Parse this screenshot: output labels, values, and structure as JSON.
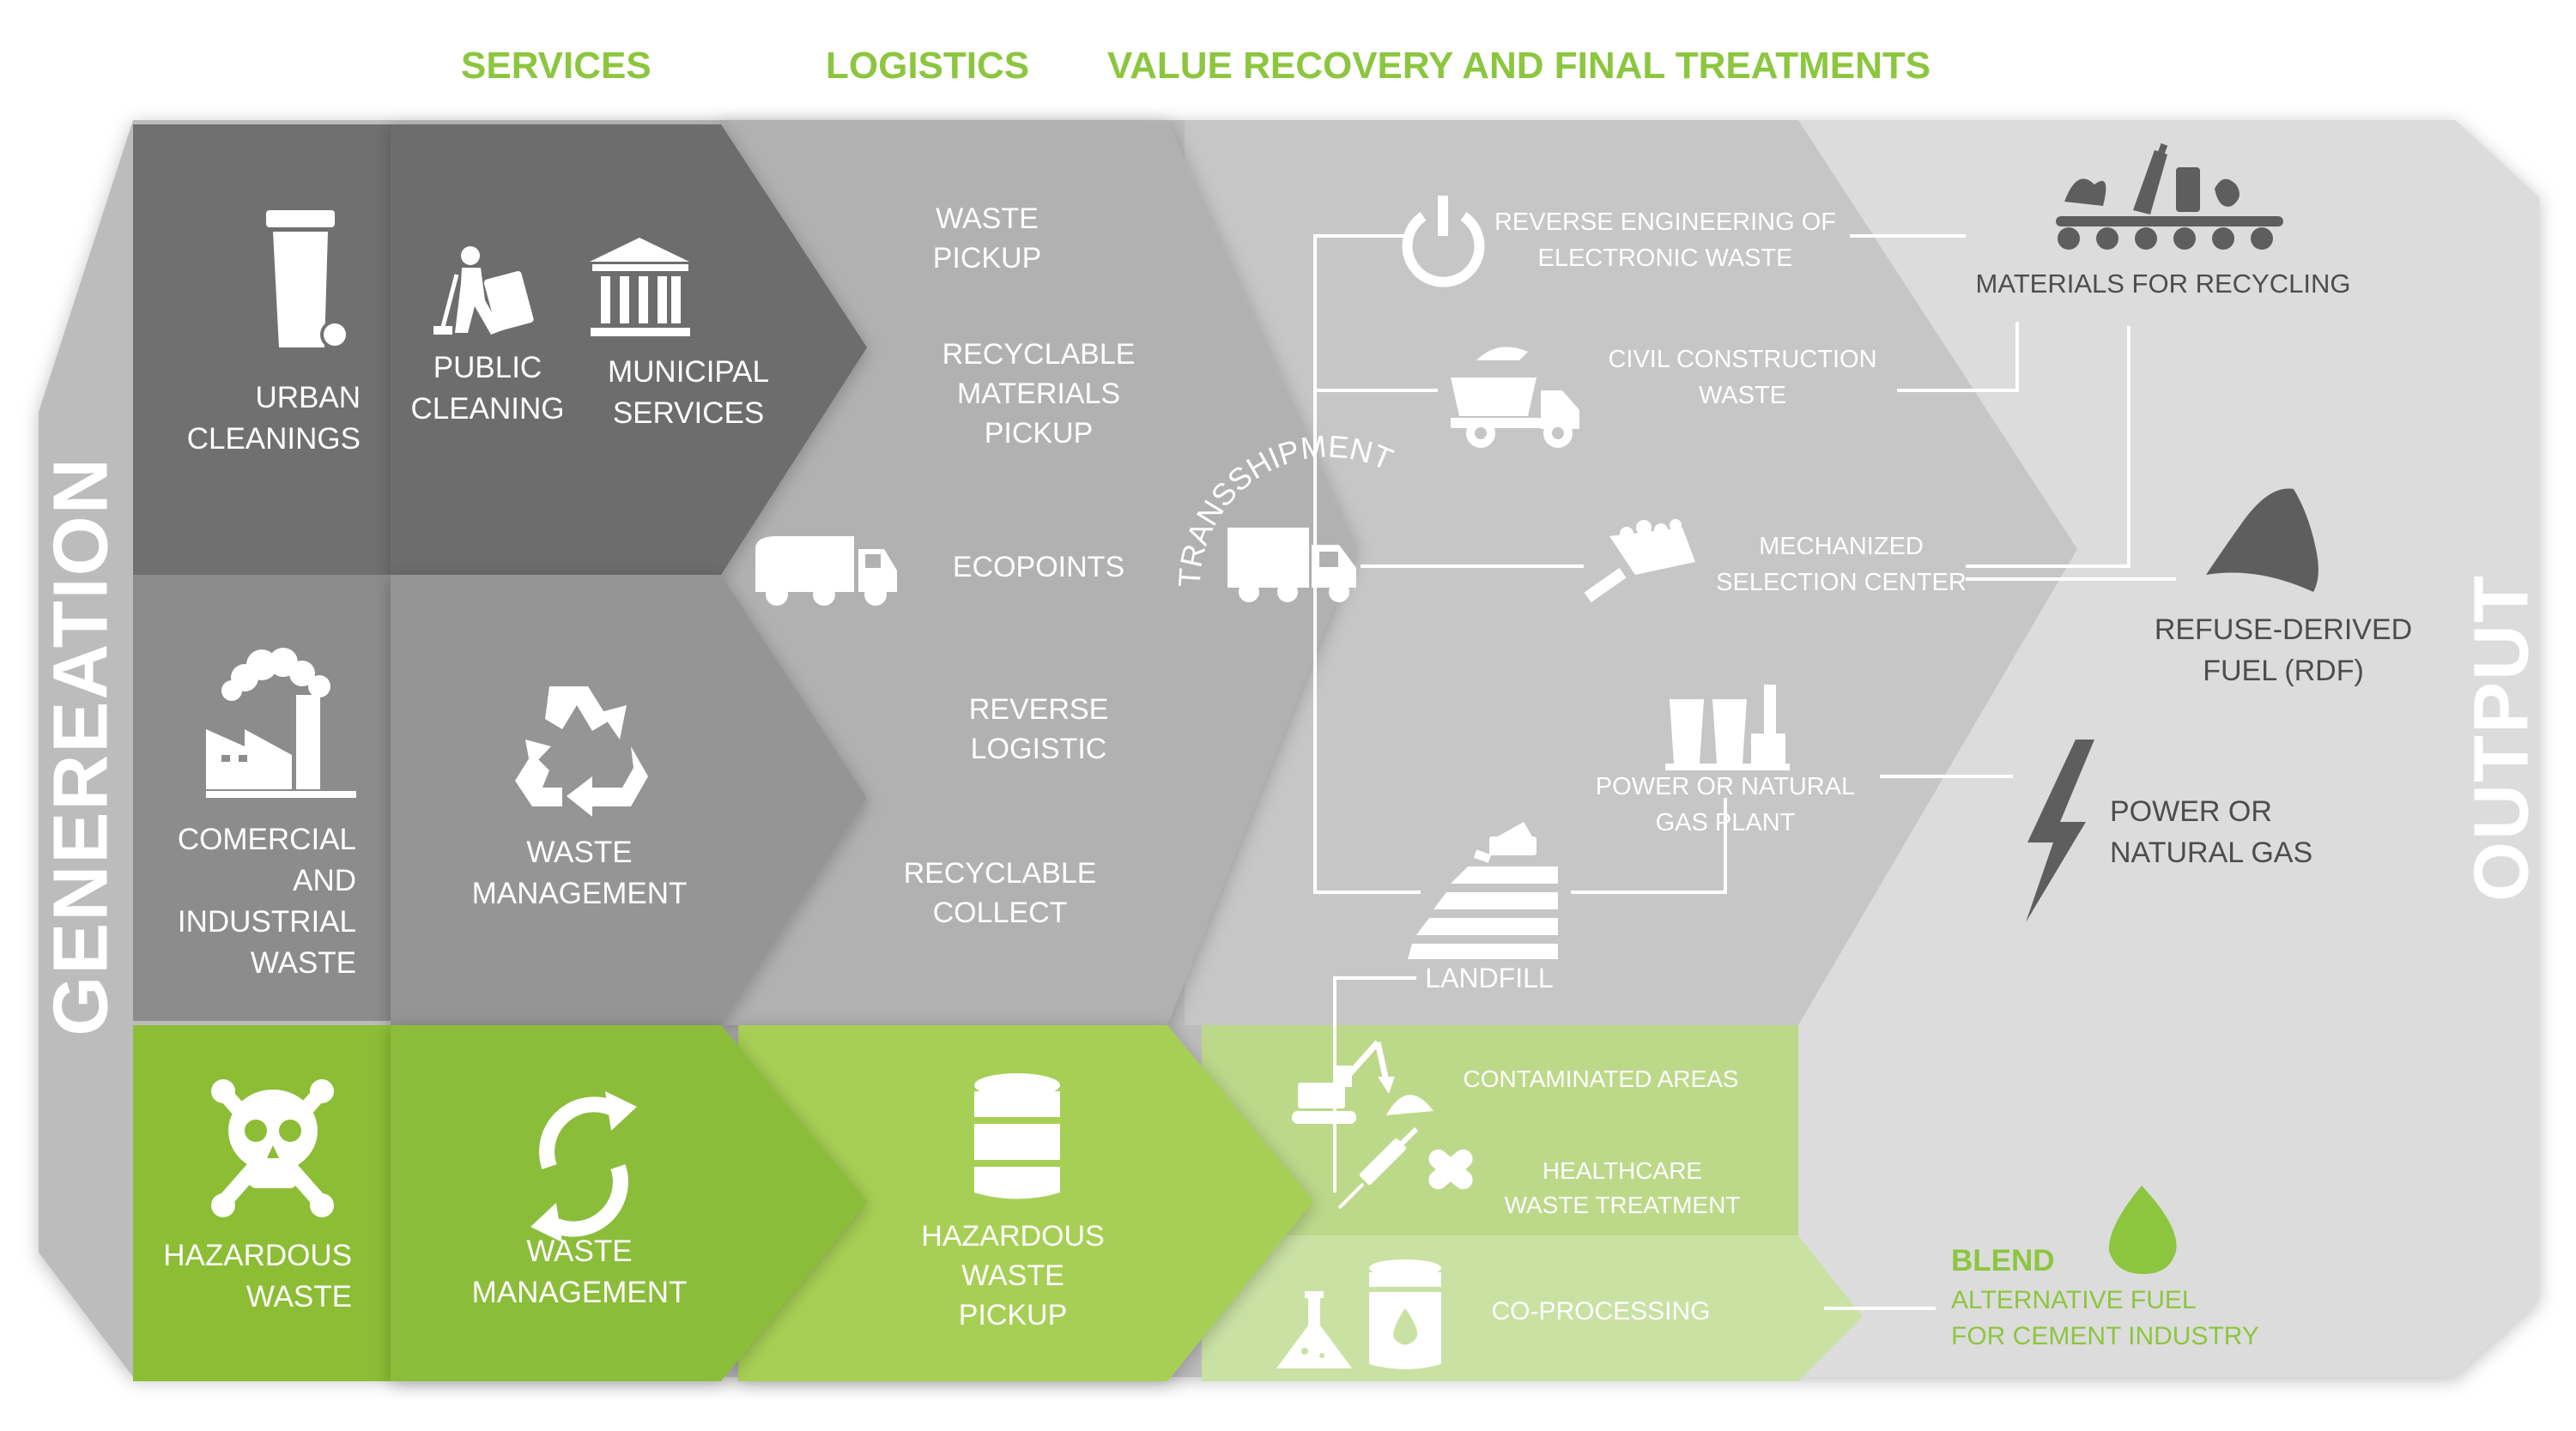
{
  "headers": {
    "services": "SERVICES",
    "logistics": "LOGISTICS",
    "value_recovery": "VALUE RECOVERY AND FINAL TREATMENTS"
  },
  "side": {
    "generation": "GENEREATION",
    "output": "OUTPUT"
  },
  "generation": {
    "urban": [
      "URBAN",
      "CLEANINGS"
    ],
    "commercial": [
      "COMERCIAL",
      "AND",
      "INDUSTRIAL",
      "WASTE"
    ],
    "hazardous": [
      "HAZARDOUS",
      "WASTE"
    ]
  },
  "services": {
    "public_cleaning": [
      "PUBLIC",
      "CLEANING"
    ],
    "municipal": [
      "MUNICIPAL",
      "SERVICES"
    ],
    "waste_mgmt": [
      "WASTE",
      "MANAGEMENT"
    ],
    "hazard_mgmt": [
      "WASTE",
      "MANAGEMENT"
    ]
  },
  "logistics": {
    "pickup": [
      "WASTE",
      "PICKUP"
    ],
    "recyclable_pickup": [
      "RECYCLABLE",
      "MATERIALS",
      "PICKUP"
    ],
    "ecopoints": "ECOPOINTS",
    "reverse": [
      "REVERSE",
      "LOGISTIC"
    ],
    "collect": [
      "RECYCLABLE",
      "COLLECT"
    ],
    "hazard_pickup": [
      "HAZARDOUS",
      "WASTE",
      "PICKUP"
    ]
  },
  "transshipment": "TRANSSHIPMENT",
  "treatments": {
    "electronic": [
      "REVERSE ENGINEERING OF",
      "ELECTRONIC WASTE"
    ],
    "civil": [
      "CIVIL CONSTRUCTION",
      "WASTE"
    ],
    "mechanized": [
      "MECHANIZED",
      "SELECTION CENTER"
    ],
    "power_plant": [
      "POWER OR NATURAL",
      "GAS PLANT"
    ],
    "landfill": "LANDFILL",
    "contaminated": "CONTAMINATED AREAS",
    "healthcare": [
      "HEALTHCARE",
      "WASTE TREATMENT"
    ],
    "coprocessing": "CO-PROCESSING"
  },
  "output": {
    "recycling": "MATERIALS FOR RECYCLING",
    "rdf": [
      "REFUSE-DERIVED",
      "FUEL (RDF)"
    ],
    "power": [
      "POWER OR",
      "NATURAL GAS"
    ],
    "blend": "BLEND",
    "alt_fuel": [
      "ALTERNATIVE FUEL",
      "FOR CEMENT INDUSTRY"
    ]
  },
  "colors": {
    "accent_green": "#8cc63f",
    "dark_grey": "#6d6d6d",
    "mid_grey": "#a6a6a6",
    "light_grey": "#d9d9d9"
  },
  "icons": [
    "waste-bin-icon",
    "street-sweeper-icon",
    "municipal-building-icon",
    "factory-icon",
    "recycle-icon",
    "skull-icon",
    "refresh-icon",
    "garbage-truck-icon",
    "barrel-icon",
    "transshipment-truck-icon",
    "power-icon",
    "dump-truck-icon",
    "conveyor-icon",
    "shovel-icon",
    "power-plant-icon",
    "landfill-icon",
    "rdf-pile-icon",
    "lightning-icon",
    "excavator-icon",
    "syringe-icon",
    "pills-icon",
    "flask-icon",
    "oil-barrel-icon",
    "drop-icon"
  ]
}
